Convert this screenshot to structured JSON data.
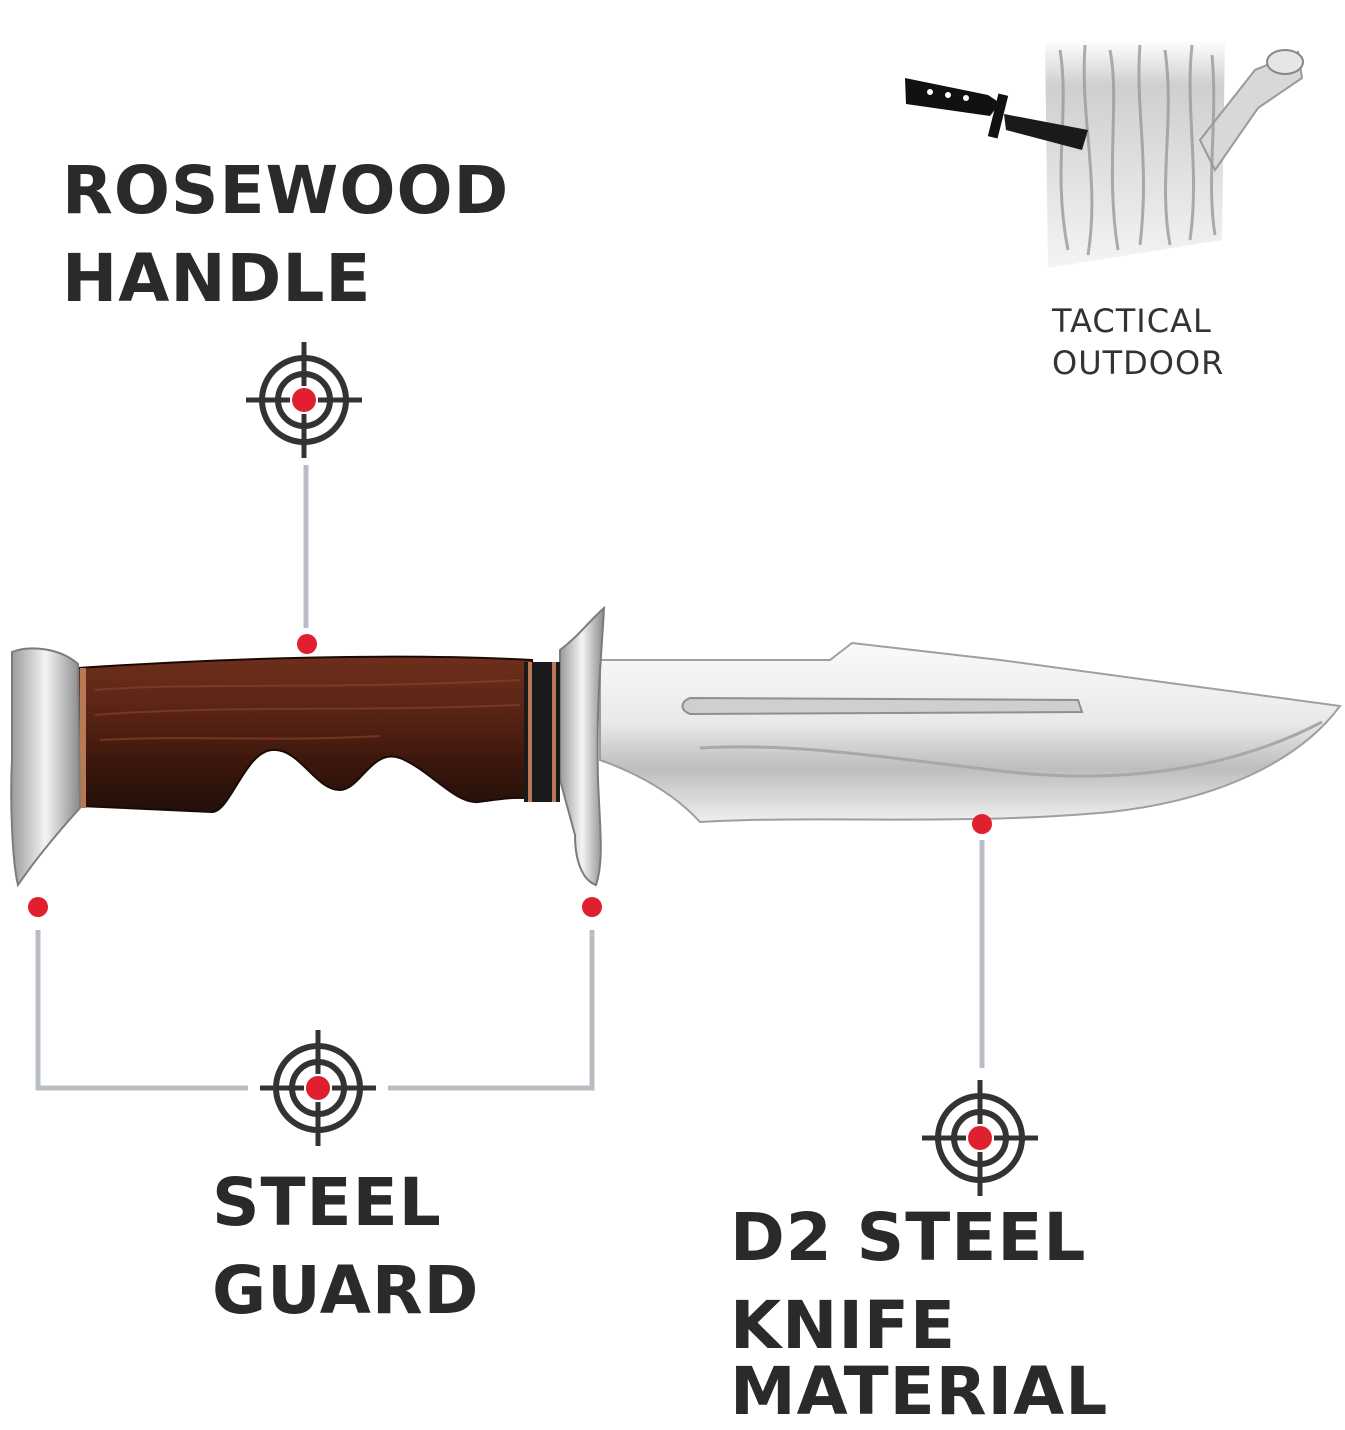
{
  "labels": {
    "rosewood_line1": "ROSEWOOD",
    "rosewood_line2": "HANDLE",
    "guard_line1": "STEEL",
    "guard_line2": "GUARD",
    "material_line1": "D2 STEEL",
    "material_line2": "KNIFE MATERIAL",
    "tactical_line1": "TACTICAL",
    "tactical_line2": "OUTDOOR"
  },
  "colors": {
    "accent_red": "#e0202f",
    "connector_gray": "#b8bcc4",
    "text": "#2a2a2a"
  },
  "icons": [
    "target-icon",
    "knife-tree-icon"
  ]
}
